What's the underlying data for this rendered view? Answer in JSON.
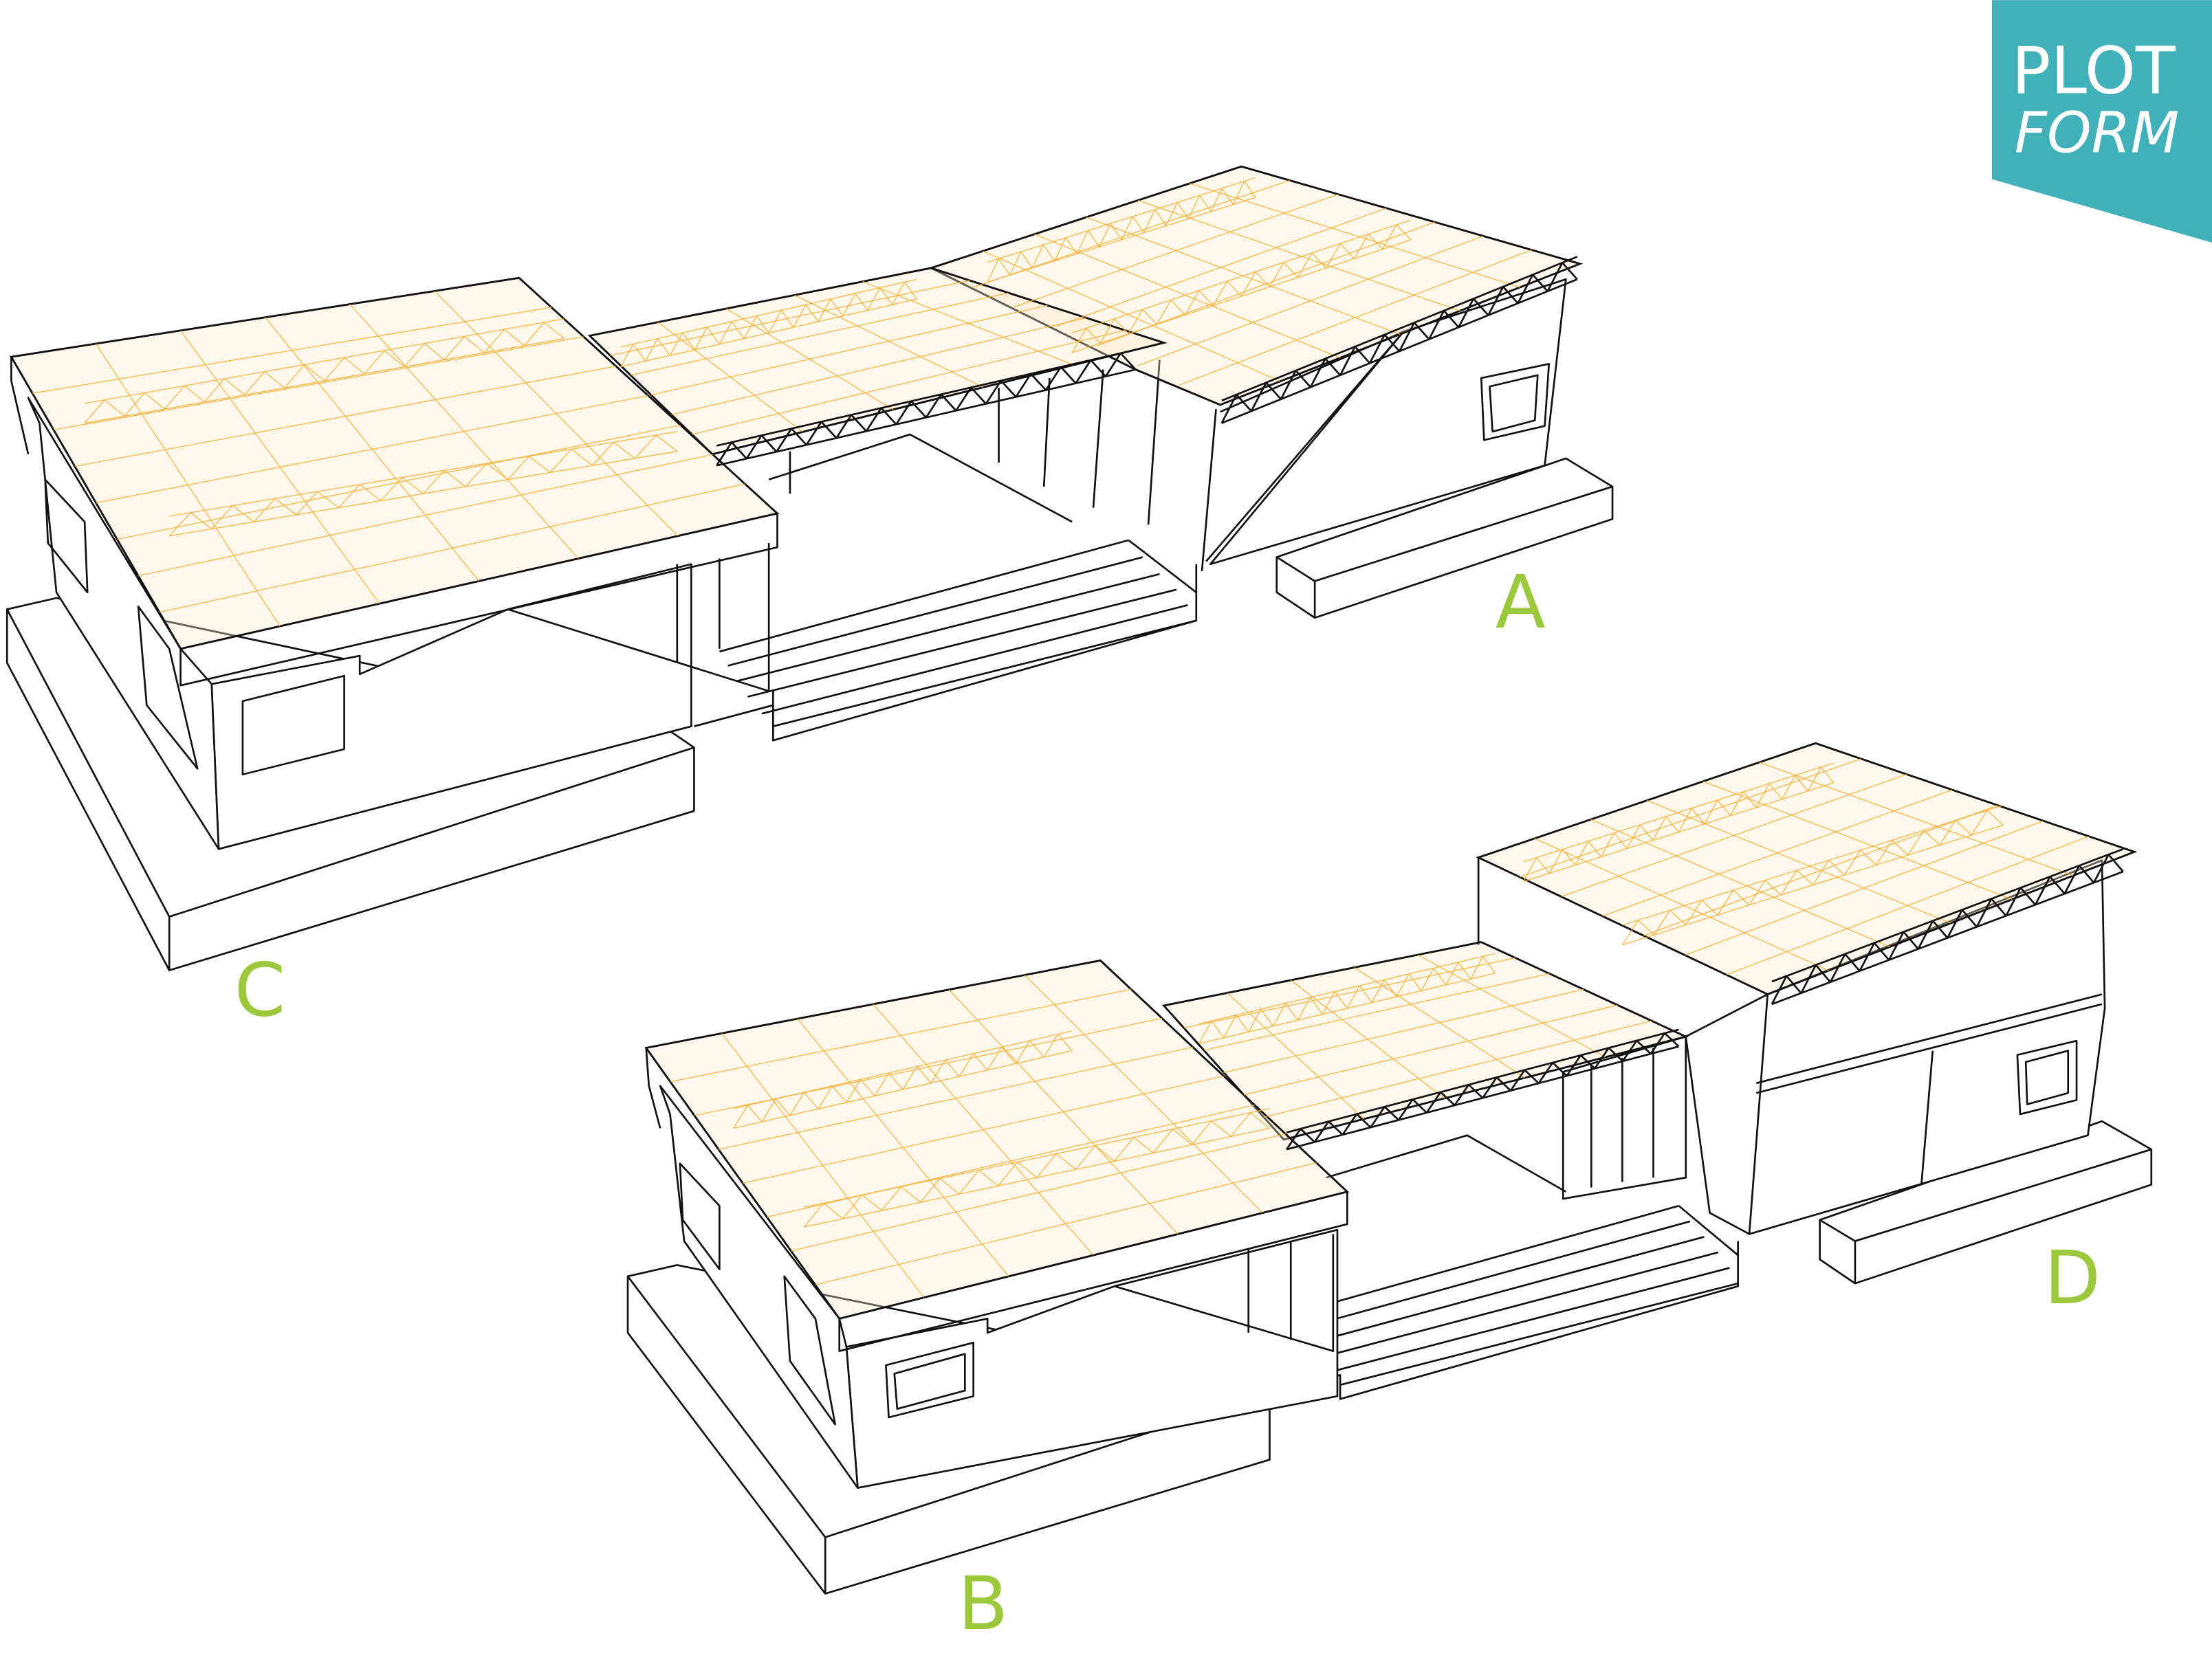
{
  "labels": {
    "a": "A",
    "b": "B",
    "c": "C",
    "d": "D"
  },
  "logo": {
    "line1": "PLOT",
    "line2": "FORM"
  },
  "colors": {
    "label_green": "#9cc83c",
    "logo_teal": "#40b1b8",
    "structure_orange": "#f6b23a",
    "outline": "#111111"
  }
}
